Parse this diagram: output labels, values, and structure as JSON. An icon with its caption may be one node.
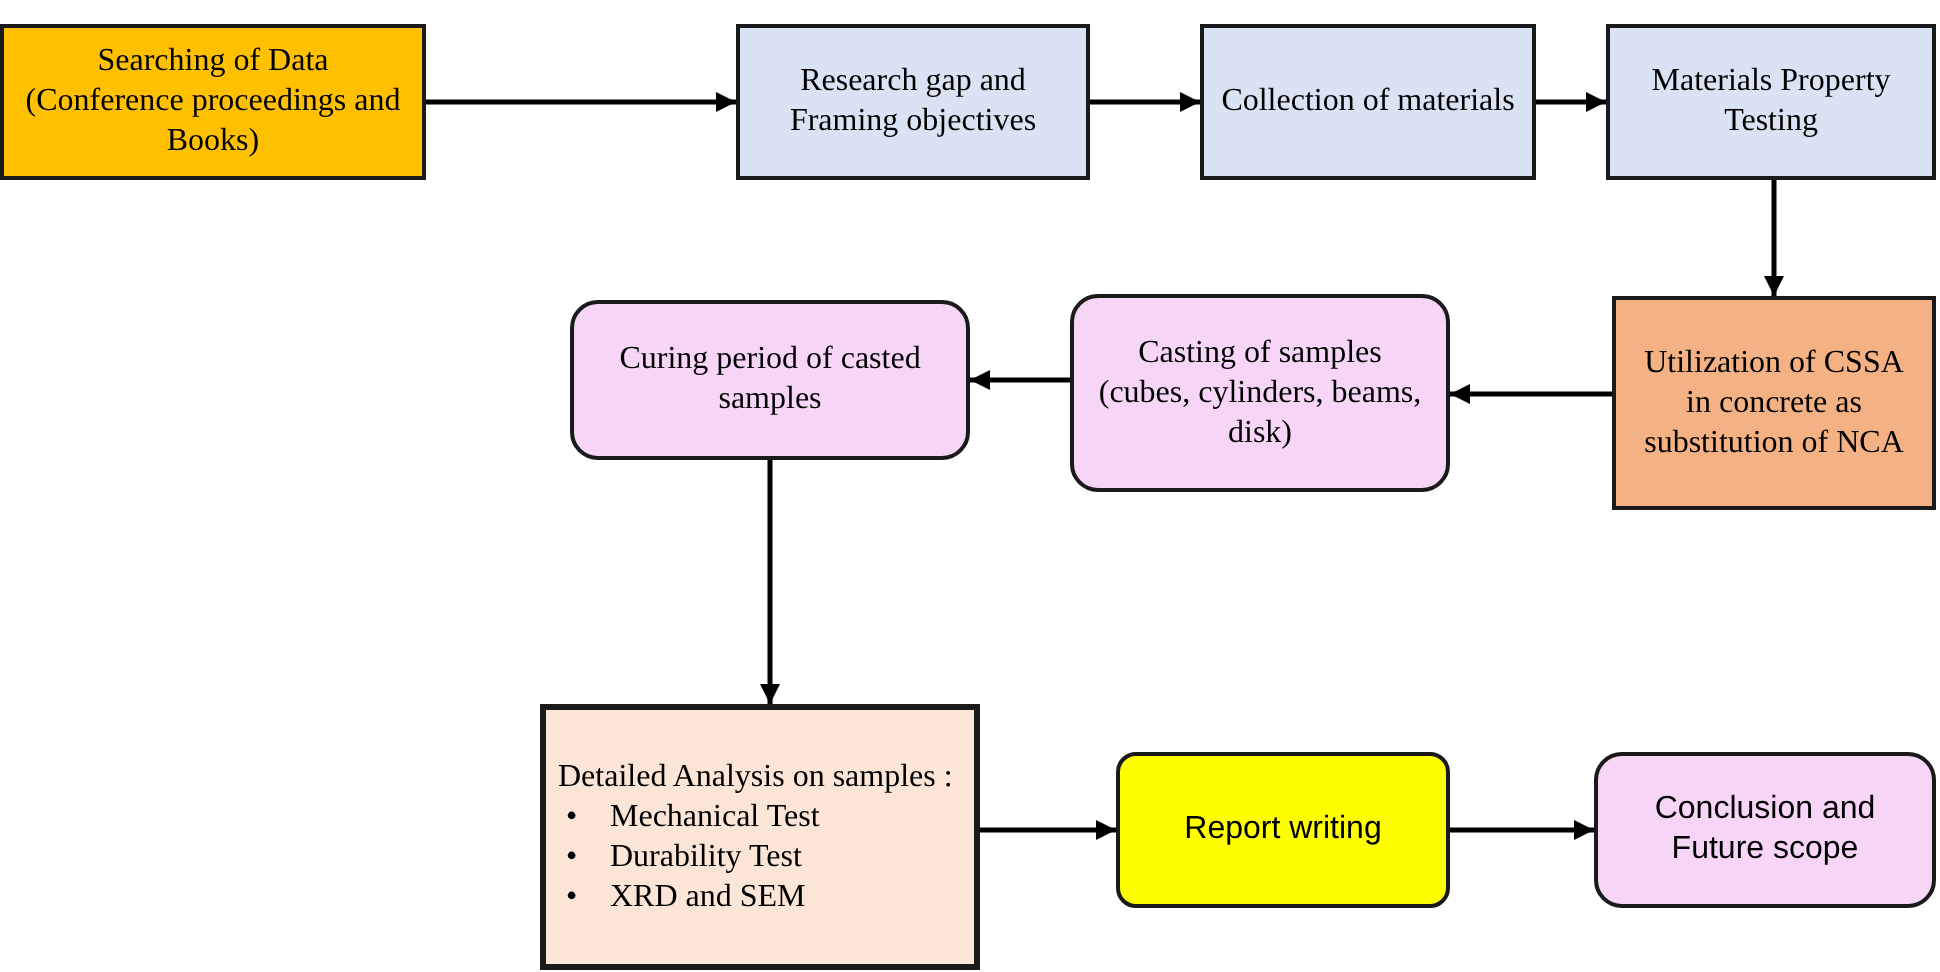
{
  "diagram": {
    "nodes": [
      {
        "text": [
          "Searching of Data (Conference proceedings and Books)"
        ]
      },
      {
        "text": [
          "Research gap and Framing objectives"
        ]
      },
      {
        "text": [
          "Collection of materials"
        ]
      },
      {
        "text": [
          "Materials Property Testing"
        ]
      },
      {
        "text": [
          "Utilization of CSSA in concrete as substitution of NCA"
        ]
      },
      {
        "text": [
          "Casting of samples (cubes, cylinders, beams, disk)"
        ]
      },
      {
        "text": [
          "Curing period of casted samples"
        ]
      },
      {
        "text": [
          "Detailed Analysis on samples :",
          "•",
          "Mechanical Test",
          "•",
          "Durability Test",
          "•",
          "XRD and SEM"
        ]
      },
      {
        "text": [
          "Report writing"
        ]
      },
      {
        "text": [
          "Conclusion and Future scope"
        ]
      }
    ],
    "edges": [
      {
        "from": 0,
        "to": 1,
        "arrow": "to"
      },
      {
        "from": 1,
        "to": 2,
        "arrow": "to"
      },
      {
        "from": 2,
        "to": 3,
        "arrow": "to"
      },
      {
        "from": 3,
        "to": 4,
        "arrow": "to"
      },
      {
        "from": 4,
        "to": 5,
        "arrow": "to"
      },
      {
        "from": 5,
        "to": 6,
        "arrow": "to"
      },
      {
        "from": 6,
        "to": 7,
        "arrow": "to"
      },
      {
        "from": 7,
        "to": 8,
        "arrow": "to"
      },
      {
        "from": 8,
        "to": 9,
        "arrow": "to"
      }
    ]
  }
}
